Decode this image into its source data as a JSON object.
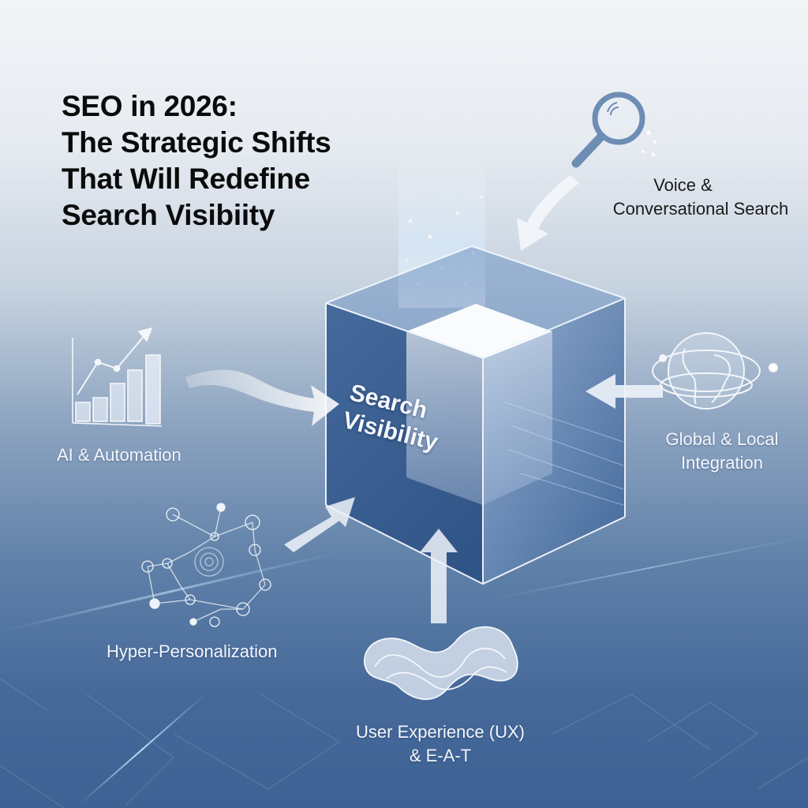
{
  "title": {
    "lines": [
      "SEO in 2026:",
      "The Strategic Shifts",
      "That Will Redefine",
      "Search Visibiity"
    ]
  },
  "center": {
    "label_lines": [
      "Search",
      "Visibility"
    ],
    "icon": "glowing-cube"
  },
  "pillars": [
    {
      "id": "voice",
      "label_lines": [
        "Voice &",
        "Conversational Search"
      ],
      "icon": "magnifying-glass-icon"
    },
    {
      "id": "ai",
      "label_lines": [
        "AI & Automation"
      ],
      "icon": "bar-chart-trend-icon"
    },
    {
      "id": "global",
      "label_lines": [
        "Global & Local",
        "Integration"
      ],
      "icon": "globe-orbit-icon"
    },
    {
      "id": "personalization",
      "label_lines": [
        "Hyper-Personalization"
      ],
      "icon": "network-nodes-icon"
    },
    {
      "id": "ux",
      "label_lines": [
        "User Experience (UX)",
        "& E-A-T"
      ],
      "icon": "wave-layers-icon"
    }
  ],
  "colors": {
    "background_top": "#f2f4f7",
    "background_bottom": "#3e6294",
    "cube_face_dark": "#2f5488",
    "cube_face_light": "#b9cde3",
    "title_text": "#0b0b0b",
    "arrow_fill": "#eef3f9",
    "icon_blue": "#6d8db5"
  }
}
